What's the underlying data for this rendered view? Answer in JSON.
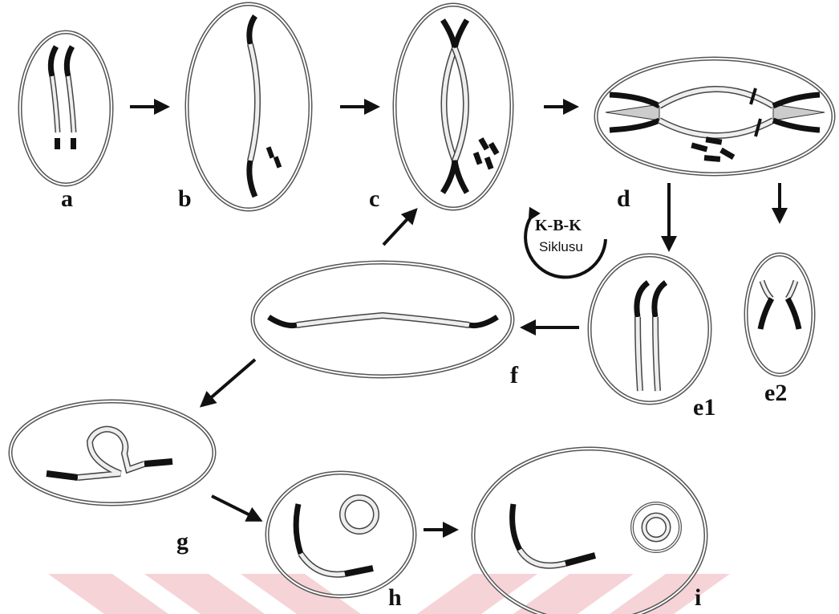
{
  "figure": {
    "cycle": {
      "title": "K-B-K",
      "subtitle": "Siklusu"
    },
    "labels": {
      "a": "a",
      "b": "b",
      "c": "c",
      "d": "d",
      "e1": "e1",
      "e2": "e2",
      "f": "f",
      "g": "g",
      "h": "h",
      "i": "i"
    },
    "colors": {
      "cell_outline": "#555555",
      "arm": "#111111",
      "segment_fill": "#eeeeee",
      "watermark": "#f3c7cc"
    }
  }
}
